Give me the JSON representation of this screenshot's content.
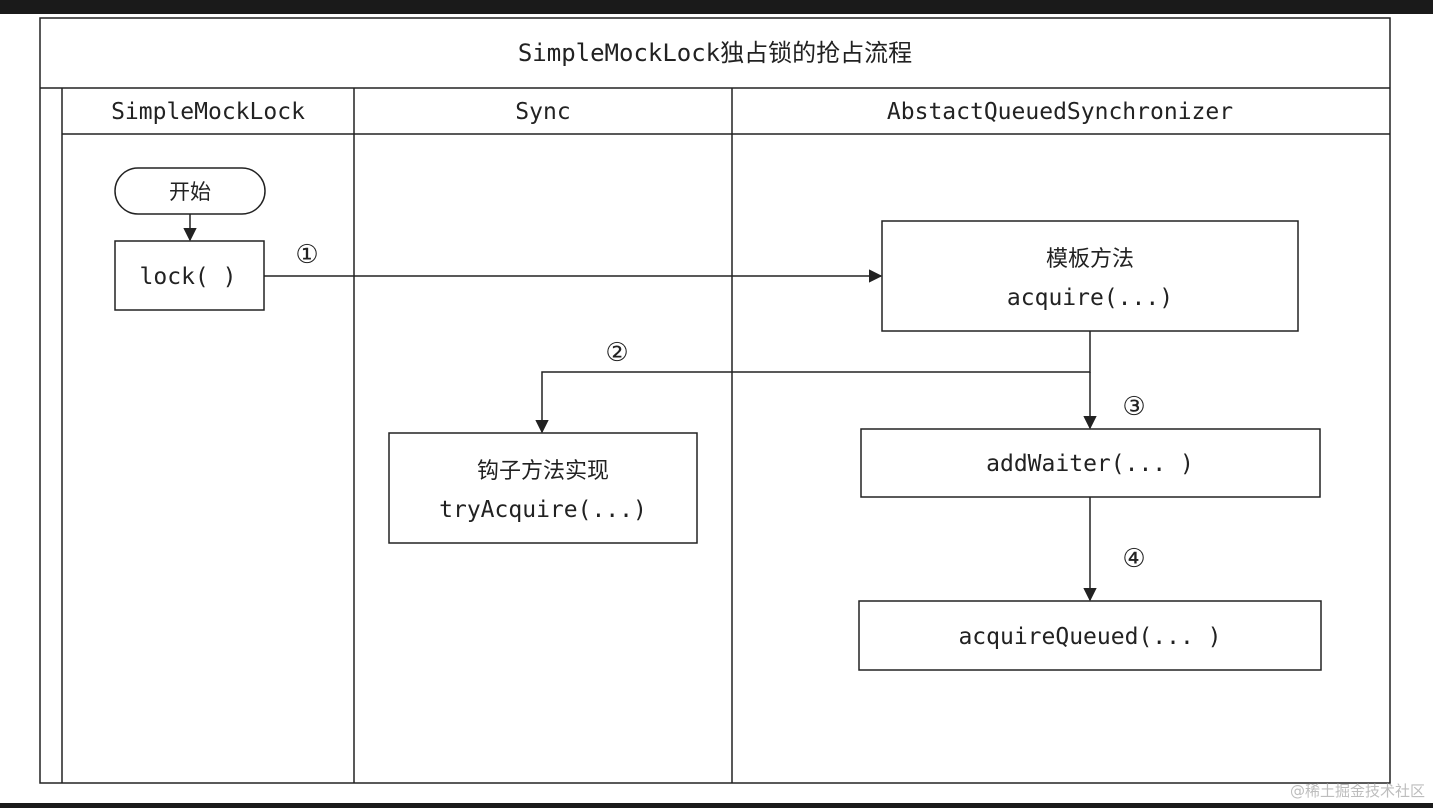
{
  "title": "SimpleMockLock独占锁的抢占流程",
  "lanes": [
    {
      "name": "SimpleMockLock"
    },
    {
      "name": "Sync"
    },
    {
      "name": "AbstactQueuedSynchronizer"
    }
  ],
  "nodes": {
    "start": "开始",
    "lock": "lock( )",
    "acquire": {
      "line1": "模板方法",
      "line2": "acquire(...)"
    },
    "try_acquire": {
      "line1": "钩子方法实现",
      "line2": "tryAcquire(...)"
    },
    "add_waiter": "addWaiter(... )",
    "acquire_queued": "acquireQueued(... )"
  },
  "steps": [
    "①",
    "②",
    "③",
    "④"
  ],
  "watermark": "@稀土掘金技术社区",
  "colors": {
    "line": "#222222",
    "background": "#ffffff"
  }
}
